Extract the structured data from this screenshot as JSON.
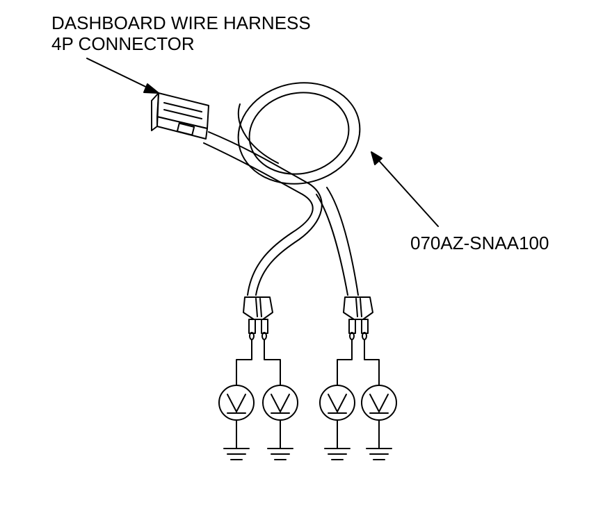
{
  "labels": {
    "connector_line1": "DASHBOARD WIRE HARNESS",
    "connector_line2": "4P CONNECTOR",
    "part_number": "070AZ-SNAA100"
  },
  "components": {
    "connector": "4p-connector",
    "harness": "wire-harness-loop",
    "plugs": [
      "plug-left",
      "plug-right"
    ],
    "voltmeters": [
      "voltmeter-1",
      "voltmeter-2",
      "voltmeter-3",
      "voltmeter-4"
    ],
    "grounds": [
      "ground-1",
      "ground-2",
      "ground-3",
      "ground-4"
    ]
  },
  "colors": {
    "line": "#000000",
    "background": "#ffffff"
  }
}
